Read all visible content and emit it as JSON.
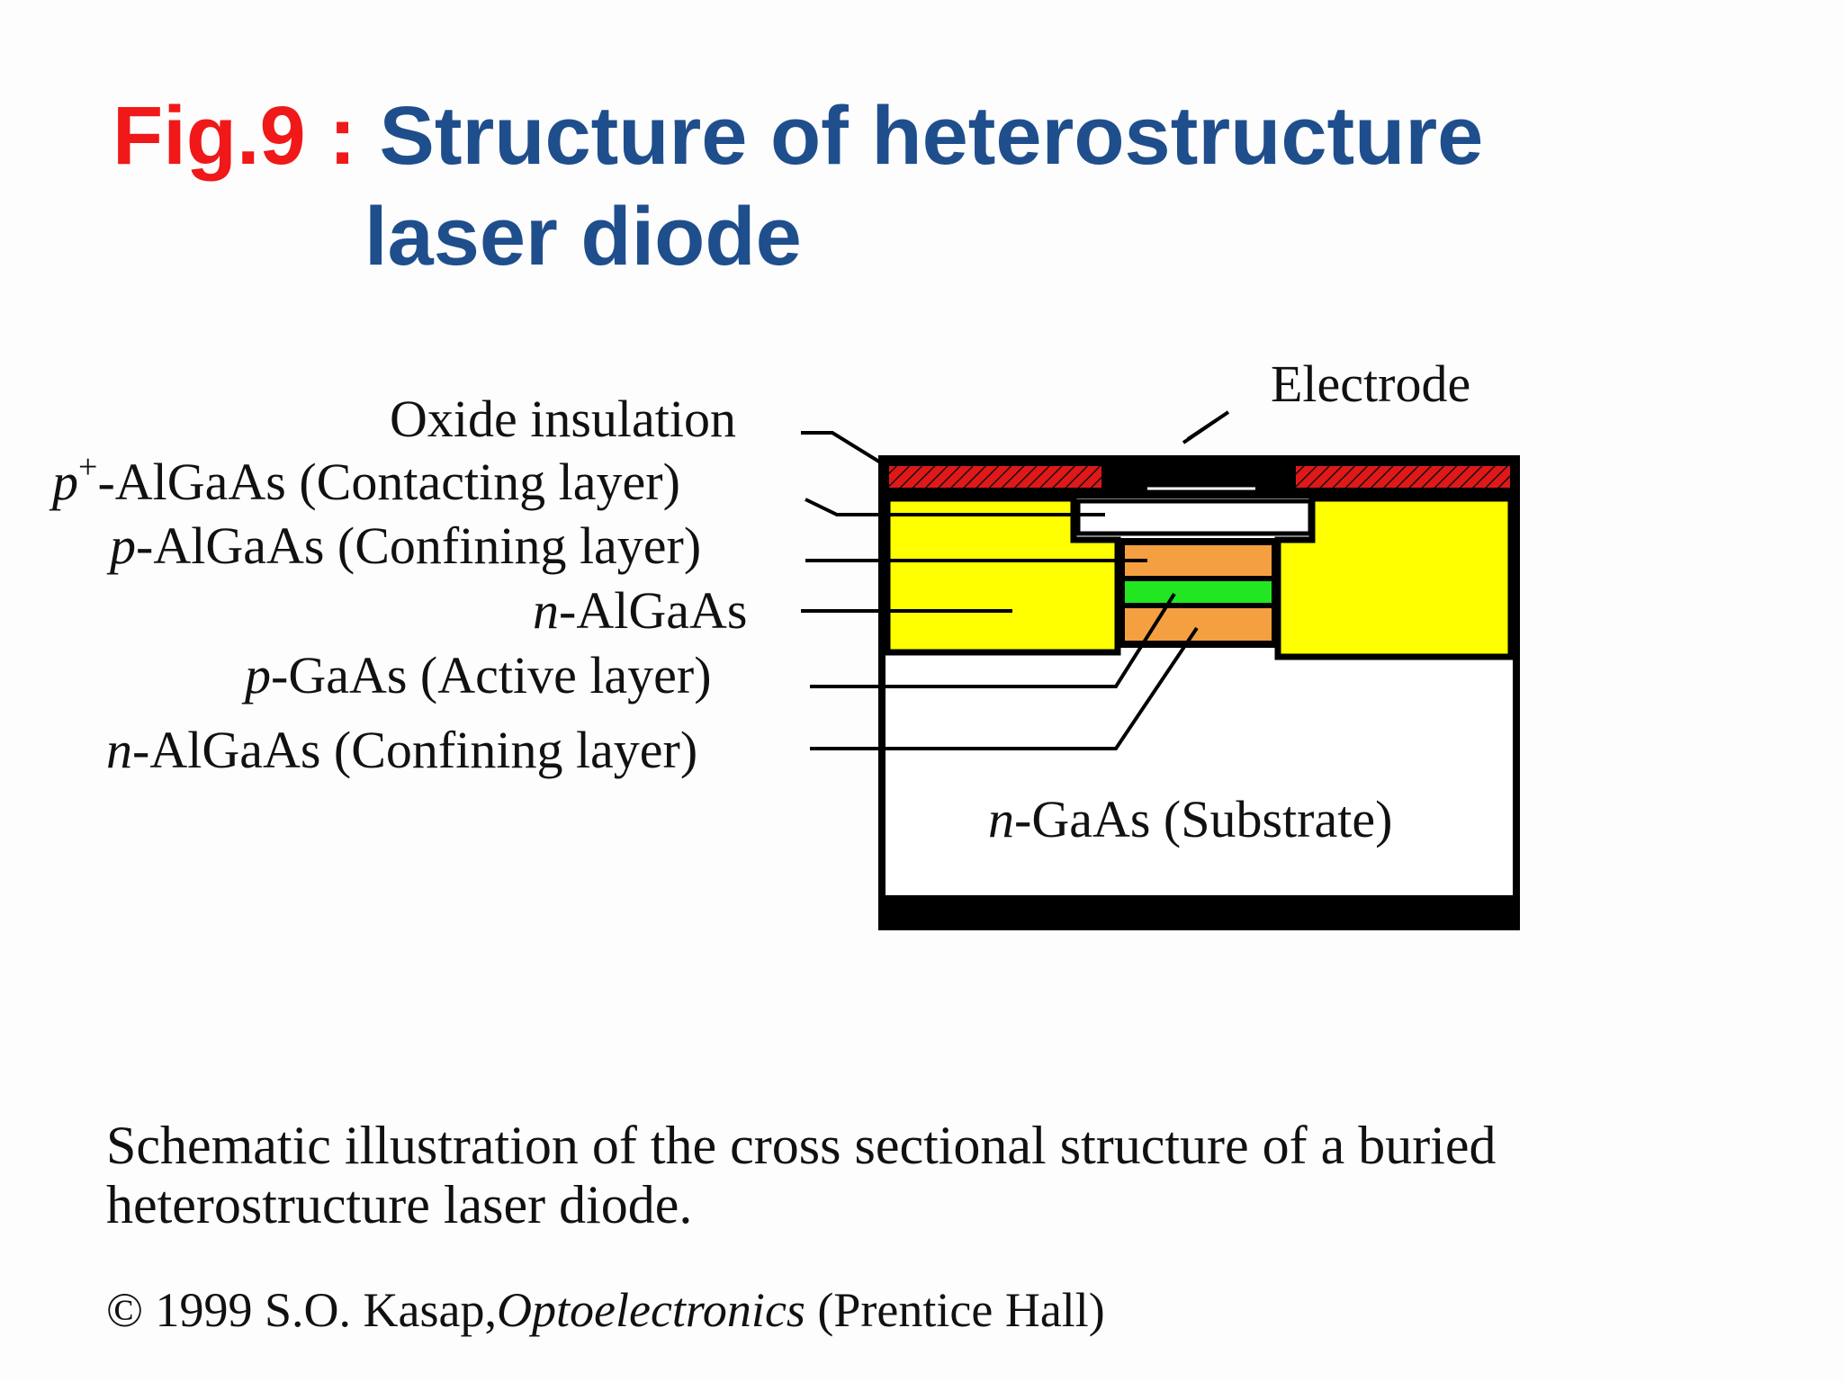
{
  "title": {
    "fig": "Fig.9 :",
    "line1": "Structure of heterostructure",
    "line2": "laser diode"
  },
  "labels": {
    "oxide": "Oxide insulation",
    "contact_sup": "+",
    "contact": "-AlGaAs (Contacting layer)",
    "p_confining": "-AlGaAs (Confining layer)",
    "n_algaas": "-AlGaAs",
    "active": "-GaAs (Active layer)",
    "n_confining": "-AlGaAs (Confining layer)",
    "substrate": "-GaAs (Substrate)",
    "electrode": "Electrode",
    "p": "p",
    "n": "n"
  },
  "caption": "Schematic illustration of the cross sectional structure of a buried heterostructure laser diode.",
  "credit": {
    "prefix": "© 1999 S.O. Kasap,",
    "book": "Optoelectronics",
    "suffix": " (Prentice Hall)"
  },
  "colors": {
    "title": "#1f4e8c",
    "fig": "#f01818",
    "n_algaas_fill": "#ffff00",
    "confining_fill": "#f5a040",
    "active_fill": "#22e622",
    "electrode_hatch": "#e01818"
  }
}
